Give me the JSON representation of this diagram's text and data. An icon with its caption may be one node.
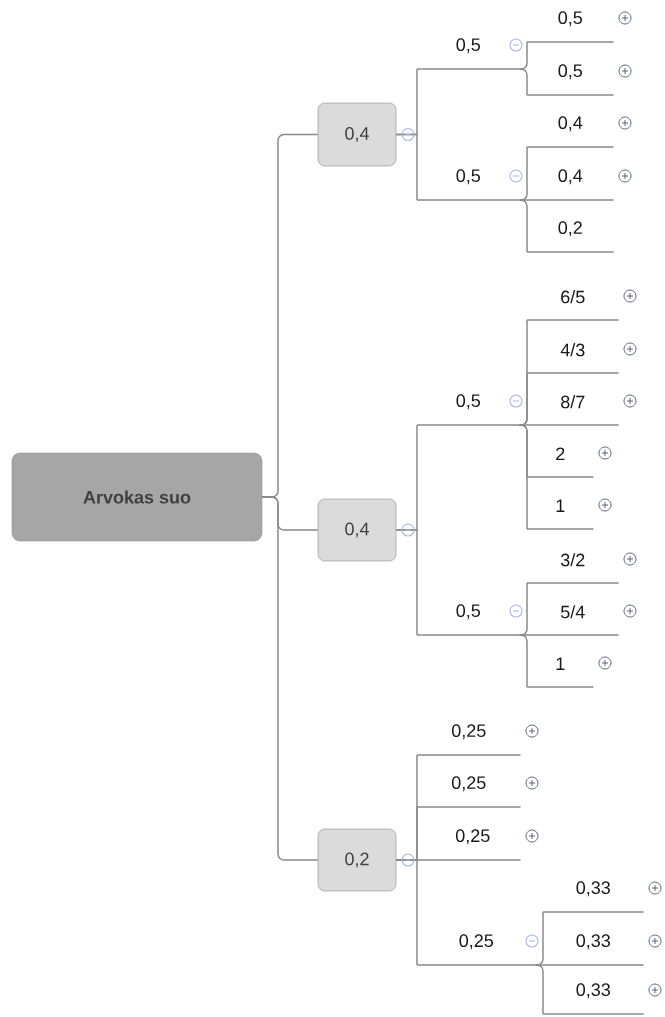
{
  "diagram": {
    "nodes": [
      {
        "text": [
          "Arvokas suo"
        ]
      },
      {
        "text": [
          "0,4"
        ]
      },
      {
        "text": [
          "0,5"
        ]
      },
      {
        "text": [
          "0,5"
        ]
      },
      {
        "text": [
          "0,5"
        ]
      },
      {
        "text": [
          "0,5"
        ]
      },
      {
        "text": [
          "0,4"
        ]
      },
      {
        "text": [
          "0,4"
        ]
      },
      {
        "text": [
          "0,2"
        ]
      },
      {
        "text": [
          "0,4"
        ]
      },
      {
        "text": [
          "0,5"
        ]
      },
      {
        "text": [
          "6/5"
        ]
      },
      {
        "text": [
          "4/3"
        ]
      },
      {
        "text": [
          "8/7"
        ]
      },
      {
        "text": [
          "2"
        ]
      },
      {
        "text": [
          "1"
        ]
      },
      {
        "text": [
          "0,5"
        ]
      },
      {
        "text": [
          "3/2"
        ]
      },
      {
        "text": [
          "5/4"
        ]
      },
      {
        "text": [
          "1"
        ]
      },
      {
        "text": [
          "0,2"
        ]
      },
      {
        "text": [
          "0,25"
        ]
      },
      {
        "text": [
          "0,25"
        ]
      },
      {
        "text": [
          "0,25"
        ]
      },
      {
        "text": [
          "0,25"
        ]
      },
      {
        "text": [
          "0,33"
        ]
      },
      {
        "text": [
          "0,33"
        ]
      },
      {
        "text": [
          "0,33"
        ]
      }
    ],
    "edges": [
      {
        "from": 0,
        "to": 1,
        "arrow": "none"
      },
      {
        "from": 0,
        "to": 9,
        "arrow": "none"
      },
      {
        "from": 0,
        "to": 20,
        "arrow": "none"
      },
      {
        "from": 1,
        "to": 2,
        "arrow": "none"
      },
      {
        "from": 1,
        "to": 5,
        "arrow": "none"
      },
      {
        "from": 2,
        "to": 3,
        "arrow": "none"
      },
      {
        "from": 2,
        "to": 4,
        "arrow": "none"
      },
      {
        "from": 5,
        "to": 6,
        "arrow": "none"
      },
      {
        "from": 5,
        "to": 7,
        "arrow": "none"
      },
      {
        "from": 5,
        "to": 8,
        "arrow": "none"
      },
      {
        "from": 9,
        "to": 10,
        "arrow": "none"
      },
      {
        "from": 9,
        "to": 16,
        "arrow": "none"
      },
      {
        "from": 10,
        "to": 11,
        "arrow": "none"
      },
      {
        "from": 10,
        "to": 12,
        "arrow": "none"
      },
      {
        "from": 10,
        "to": 13,
        "arrow": "none"
      },
      {
        "from": 10,
        "to": 14,
        "arrow": "none"
      },
      {
        "from": 10,
        "to": 15,
        "arrow": "none"
      },
      {
        "from": 16,
        "to": 17,
        "arrow": "none"
      },
      {
        "from": 16,
        "to": 18,
        "arrow": "none"
      },
      {
        "from": 16,
        "to": 19,
        "arrow": "none"
      },
      {
        "from": 20,
        "to": 21,
        "arrow": "none"
      },
      {
        "from": 20,
        "to": 22,
        "arrow": "none"
      },
      {
        "from": 20,
        "to": 23,
        "arrow": "none"
      },
      {
        "from": 20,
        "to": 24,
        "arrow": "none"
      },
      {
        "from": 24,
        "to": 25,
        "arrow": "none"
      },
      {
        "from": 24,
        "to": 26,
        "arrow": "none"
      },
      {
        "from": 24,
        "to": 27,
        "arrow": "none"
      }
    ]
  }
}
